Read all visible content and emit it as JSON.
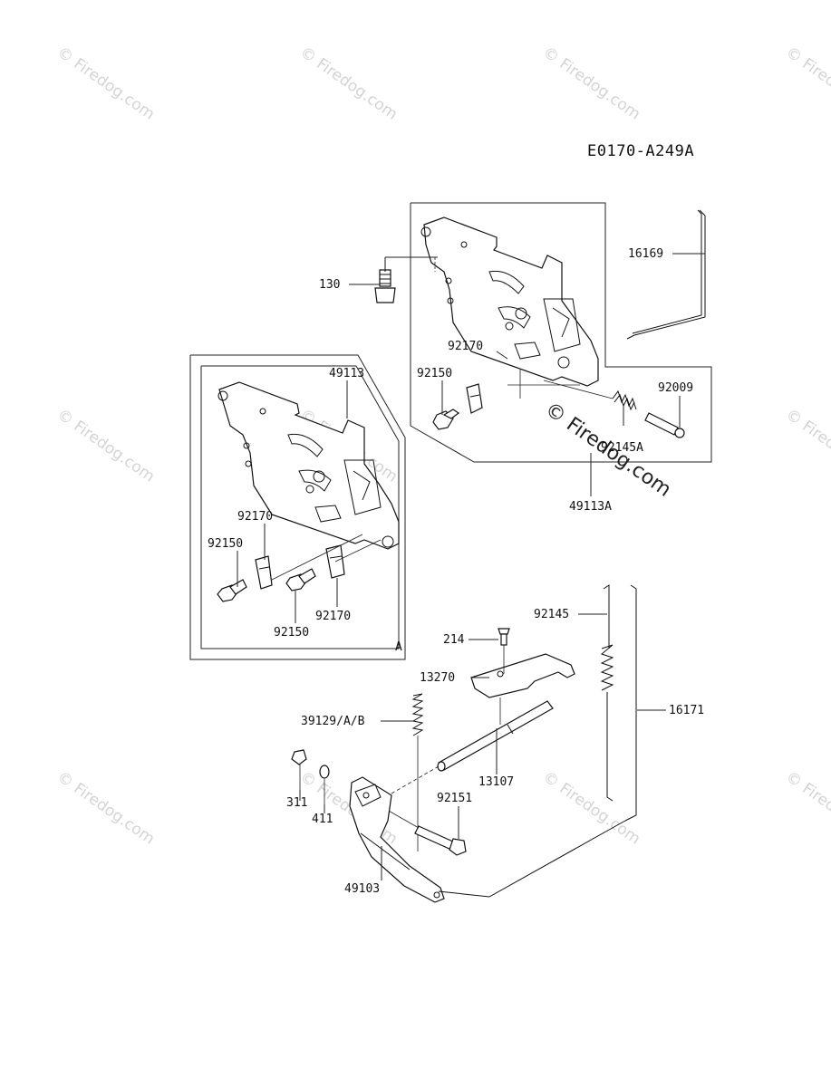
{
  "diagram": {
    "code": "E0170-A249A",
    "watermark_text": "© Firedog.com",
    "detail_label": "A",
    "labels": {
      "p130": "130",
      "p16169": "16169",
      "p92170_top": "92170",
      "p92150_top": "92150",
      "p92009": "92009",
      "p92145A": "92145A",
      "p49113A": "49113A",
      "p49113": "49113",
      "p92170_a1": "92170",
      "p92150_a1": "92150",
      "p92170_a2": "92170",
      "p92150_a2": "92150",
      "p92145": "92145",
      "p214": "214",
      "p13270": "13270",
      "p16171": "16171",
      "p39129": "39129/A/B",
      "p13107": "13107",
      "p311": "311",
      "p411": "411",
      "p92151": "92151",
      "p49103": "49103"
    }
  }
}
